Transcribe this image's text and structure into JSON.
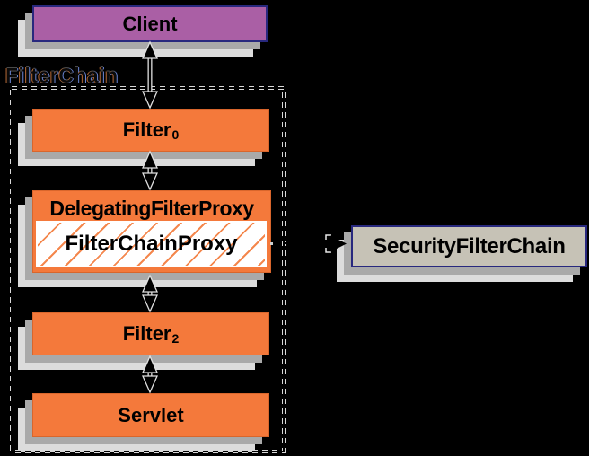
{
  "colors": {
    "bg": "#000000",
    "orange": "#f4793b",
    "purple": "#aa5fa5",
    "tan": "#c6c2b6",
    "navy": "#28287e",
    "shadow_mid": "#a9a9a9",
    "shadow_light": "#dcdcdc",
    "hatch": "#f4874d",
    "arrow_outline": "#e0e0e0",
    "dash_outline": "#d8d8d8"
  },
  "container": {
    "label": "FilterChain"
  },
  "nodes": {
    "client": "Client",
    "filter0_text": "Filter",
    "filter0_sub": "0",
    "delegating_filter_proxy": "DelegatingFilterProxy",
    "filter_chain_proxy": "FilterChainProxy",
    "filter2_text": "Filter",
    "filter2_sub": "2",
    "servlet": "Servlet",
    "security_filter_chain": "SecurityFilterChain"
  }
}
